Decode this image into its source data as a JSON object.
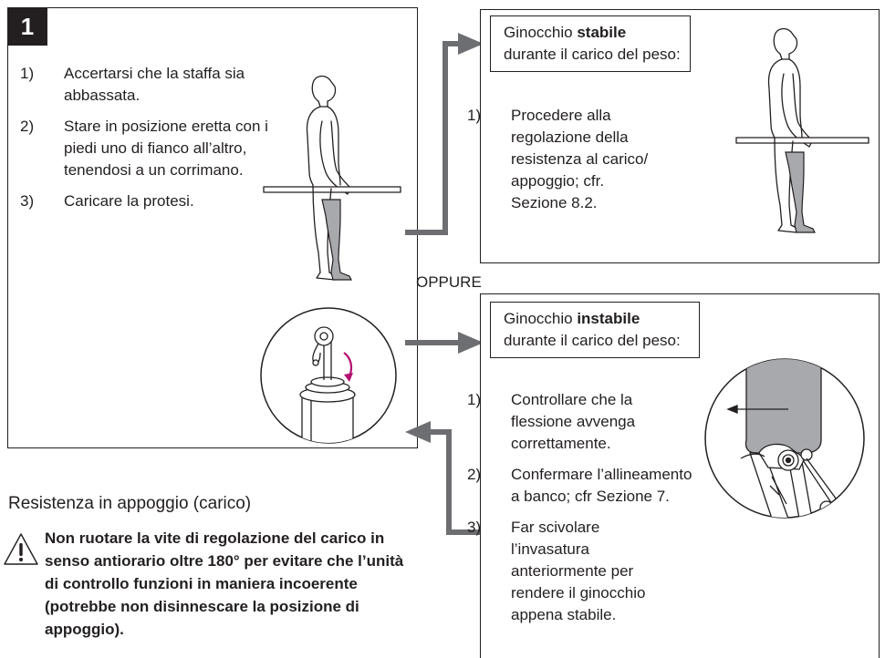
{
  "step_badge": "1",
  "left_panel": {
    "steps": [
      {
        "num": "1)",
        "text": "Accertarsi che la staffa sia abbassata."
      },
      {
        "num": "2)",
        "text": "Stare in posizione eretta con i piedi uno di fianco all’altro, tenendosi a un corrimano."
      },
      {
        "num": "3)",
        "text": "Caricare la protesi."
      }
    ]
  },
  "stable_panel": {
    "header_pre": "Ginocchio ",
    "header_bold": "stabile",
    "header_post": " durante il carico del peso:",
    "steps": [
      {
        "num": "1)",
        "text": "Procedere alla regolazione della resistenza al carico/ appoggio; cfr. Sezione 8.2."
      }
    ]
  },
  "or_label": "OPPURE",
  "unstable_panel": {
    "header_pre": "Ginocchio ",
    "header_bold": "instabile",
    "header_post": " durante il carico del peso:",
    "steps": [
      {
        "num": "1)",
        "text": "Controllare che la flessione avvenga correttamente."
      },
      {
        "num": "2)",
        "text": "Confermare l’allineamento a banco; cfr Sezione 7."
      },
      {
        "num": "3)",
        "text": "Far scivolare l’invasatura anteriormente per rendere il ginocchio appena stabile."
      }
    ]
  },
  "section_heading": "Resistenza in appoggio (carico)",
  "warning_text": "Non ruotare la vite di regolazione del carico in senso antiorario oltre 180° per evitare che l’unità di controllo funzioni in maniera incoerente (potrebbe non disinnescare la posizione di appoggio).",
  "colors": {
    "ink": "#231f20",
    "arrow": "#6d6e71",
    "prosthesis": "#a7a9ac",
    "magenta": "#b5106f"
  },
  "icons": [
    "warning-triangle-icon",
    "standing-person-figure",
    "valve-closeup-figure",
    "knee-joint-figure"
  ]
}
